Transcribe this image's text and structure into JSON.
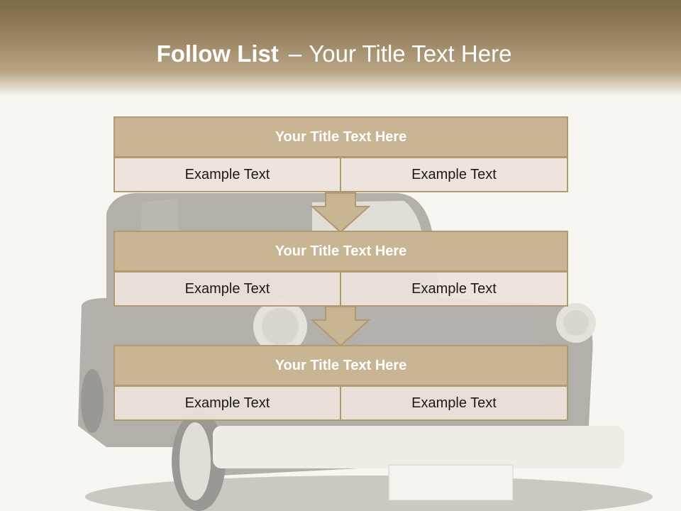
{
  "title": {
    "bold": "Follow List",
    "separator": "–",
    "rest": "Your Title Text Here"
  },
  "steps": [
    {
      "title": "Your Title Text Here",
      "left": "Example Text",
      "right": "Example Text"
    },
    {
      "title": "Your Title Text Here",
      "left": "Example Text",
      "right": "Example Text"
    },
    {
      "title": "Your Title Text Here",
      "left": "Example Text",
      "right": "Example Text"
    }
  ],
  "colors": {
    "header_brown": "#7d6a4a",
    "box_tan": "#c9b593",
    "box_border": "#b09a70",
    "cell_fill": "#ece2dc",
    "background": "#f8f6f0"
  }
}
